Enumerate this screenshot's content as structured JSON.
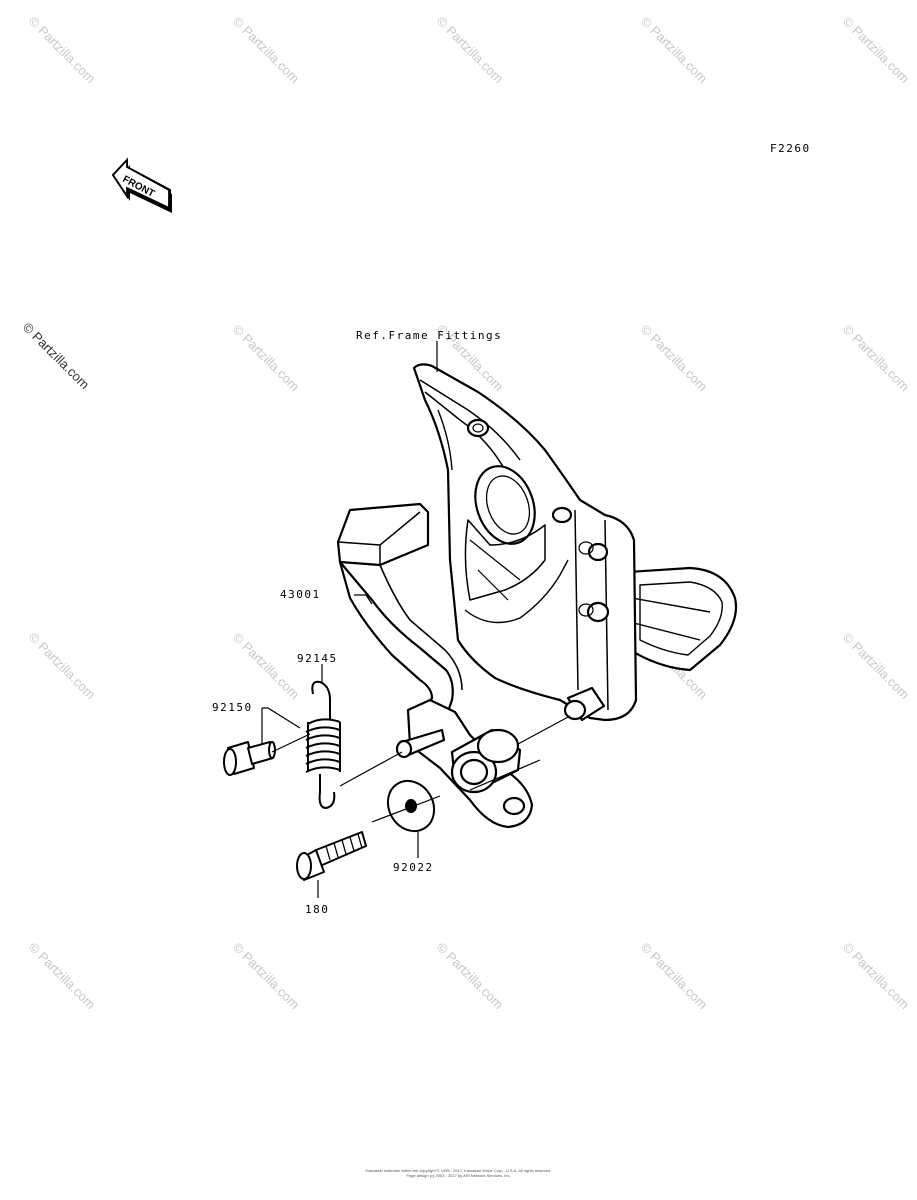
{
  "diagram_code": "F2260",
  "front_arrow": {
    "label": "FRONT",
    "icon": "front-arrow-icon"
  },
  "watermark": "© Partzilla.com",
  "parts": {
    "ref": "Ref.Frame Fittings",
    "pedal": "43001",
    "spring": "92145",
    "pin": "92150",
    "washer": "92022",
    "bolt": "180"
  },
  "footer": {
    "line1": "Kawasaki materials within are copyright © 1995 - 2017, Kawasaki Motor Corp., U.S.A. All rights reserved.",
    "line2": "Page design (c) 2003 - 2017 by ARI Network Services, Inc."
  },
  "colors": {
    "line": "#000000",
    "watermark": "#c8c8c8"
  }
}
